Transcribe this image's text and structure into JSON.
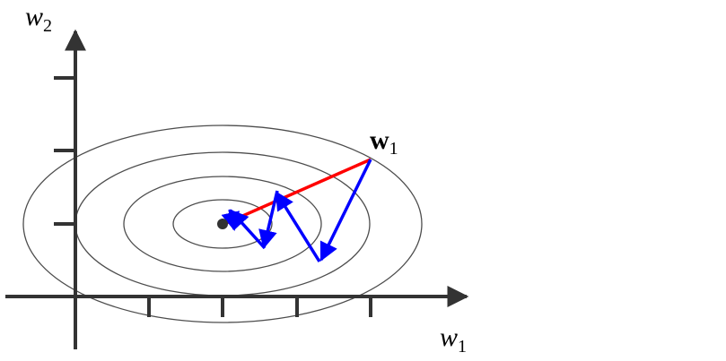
{
  "axes": {
    "x_label": "w",
    "x_subscript": "1",
    "y_label": "w",
    "y_subscript": "2"
  },
  "start_point": {
    "label": "w",
    "subscript": "1"
  },
  "colors": {
    "axis": "#333333",
    "contour": "#4d4d4d",
    "direct_path": "#ff0000",
    "descent_path": "#0000ff",
    "minimum": "#333333"
  }
}
